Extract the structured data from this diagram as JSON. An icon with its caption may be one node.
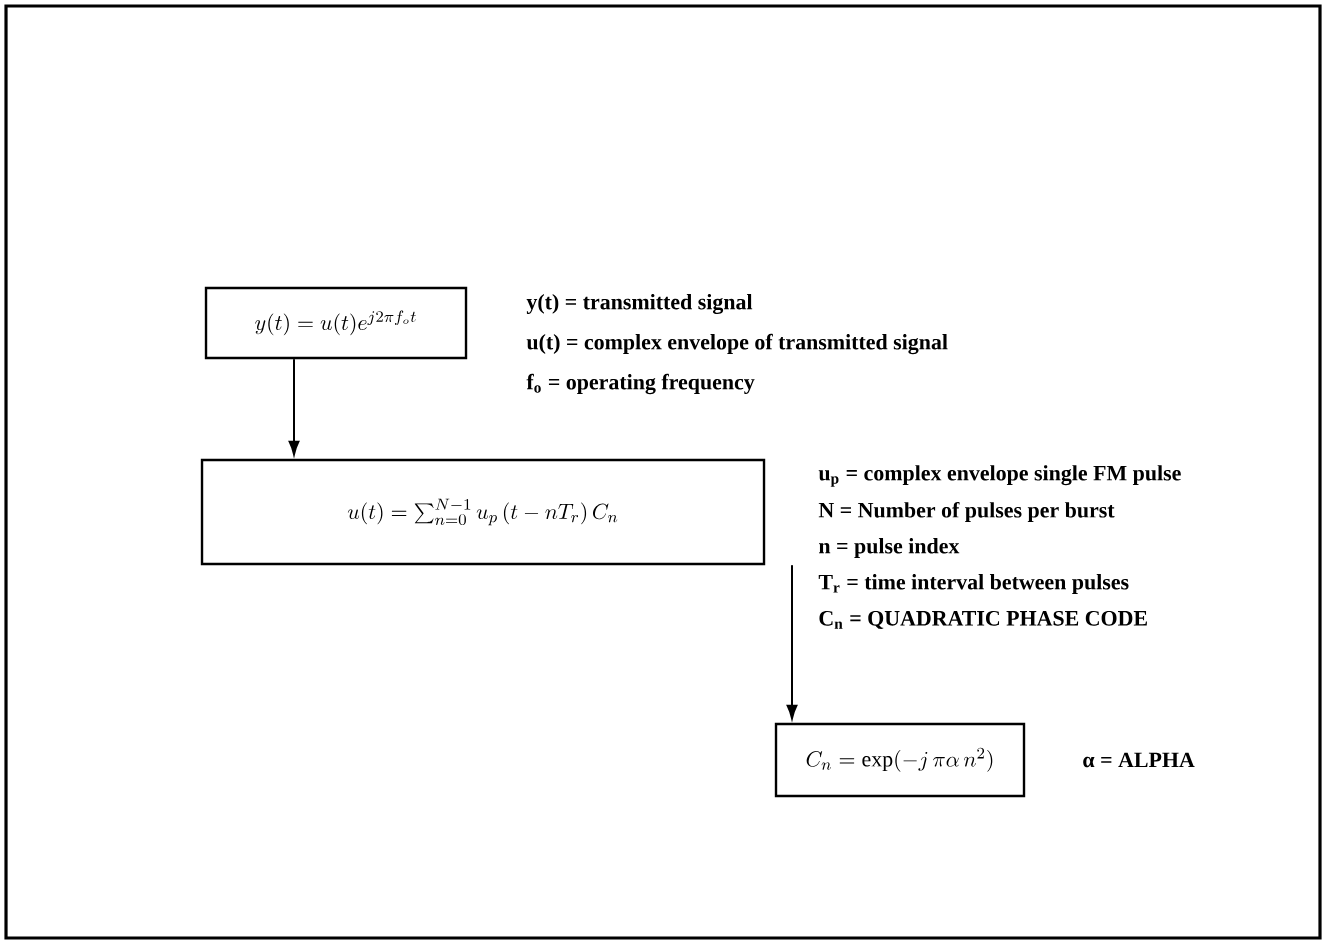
{
  "diagram": {
    "nodes": [
      {
        "text": [
          "y(t) = u(t)e^{j2\\pi f_o t}"
        ],
        "beside": [
          "y(t) = transmitted signal",
          "u(t) = complex envelope of transmitted signal",
          "f$_{o}$ = operating frequency"
        ]
      },
      {
        "text": [
          "u(t) = \\sum_{n=0}^{N-1} u_p\\left(t - nT_r\\right)C_n"
        ],
        "beside": [
          "u$_{p}$ = complex envelope single FM pulse",
          "N = Number of pulses per burst",
          "n = pulse index",
          "T$_{r}$ = time interval between pulses",
          "C$_{n}$ = QUADRATIC PHASE CODE"
        ]
      },
      {
        "text": [
          "C_n = \\exp(-j\\,\\pi\\alpha\\, n^2)"
        ],
        "beside": [
          "α = ALPHA"
        ]
      }
    ],
    "edges": [
      {
        "from": 0,
        "to": 1,
        "arrow": "to"
      },
      {
        "from": 1,
        "to": 2,
        "arrow": "to"
      }
    ]
  }
}
